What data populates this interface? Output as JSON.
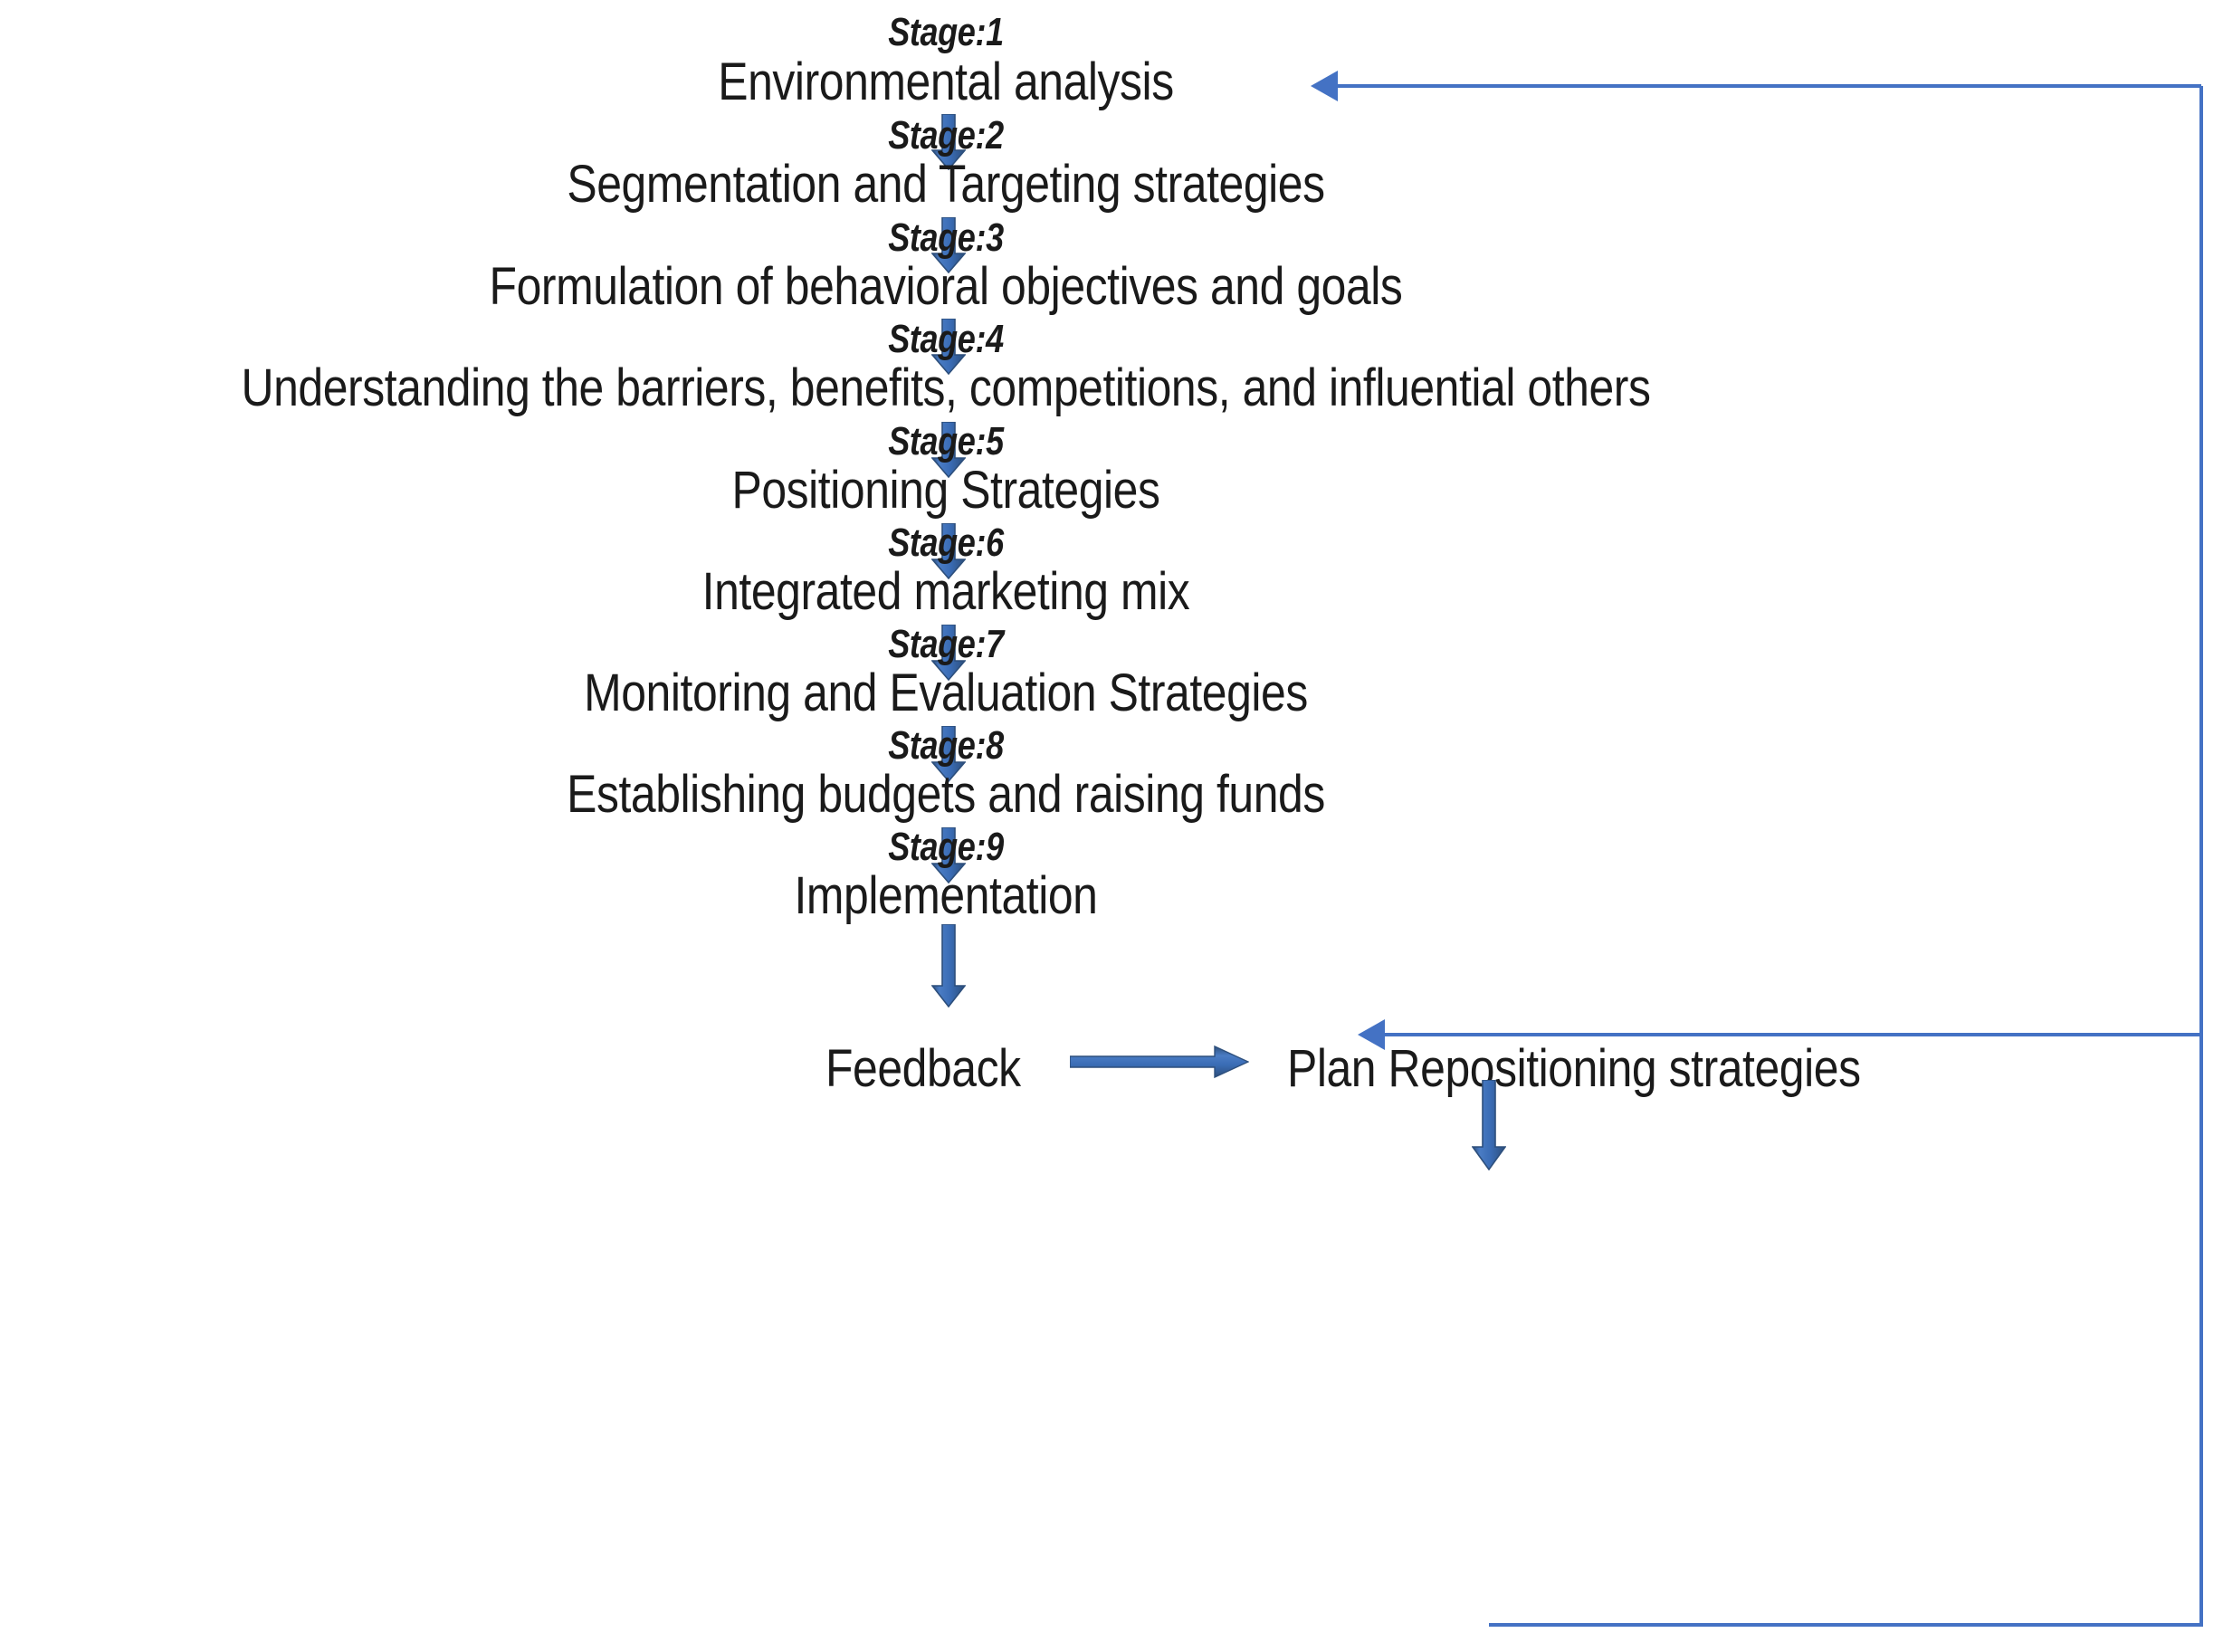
{
  "diagram": {
    "title": "Social marketing planning stages flowchart",
    "accent_color_block_arrow": "#3a6cb5",
    "accent_color_block_arrow_outline": "#2d4f7c",
    "accent_color_feedback_line": "#4472C4",
    "text_color": "#1a1a1a",
    "background_color": "#ffffff"
  },
  "stages": [
    {
      "label": "Stage:1",
      "text": "Environmental analysis"
    },
    {
      "label": "Stage:2",
      "text": "Segmentation and Targeting strategies"
    },
    {
      "label": "Stage:3",
      "text": "Formulation of behavioral objectives and goals"
    },
    {
      "label": "Stage:4",
      "text": "Understanding the barriers, benefits, competitions, and influential others"
    },
    {
      "label": "Stage:5",
      "text": "Positioning Strategies"
    },
    {
      "label": "Stage:6",
      "text": "Integrated marketing mix"
    },
    {
      "label": "Stage:7",
      "text": "Monitoring and Evaluation Strategies"
    },
    {
      "label": "Stage:8",
      "text": "Establishing budgets and raising funds"
    },
    {
      "label": "Stage:9",
      "text": "Implementation"
    }
  ],
  "footer": {
    "feedback_label": "Feedback",
    "reposition_label": "Plan Repositioning strategies"
  },
  "connectors": {
    "feedback_to_stage1": "Plan Repositioning strategies loops back to Stage:1 Environmental analysis",
    "feedback_to_stage7": "Plan Repositioning strategies loops back to Stage:7 Monitoring and Evaluation Strategies"
  }
}
